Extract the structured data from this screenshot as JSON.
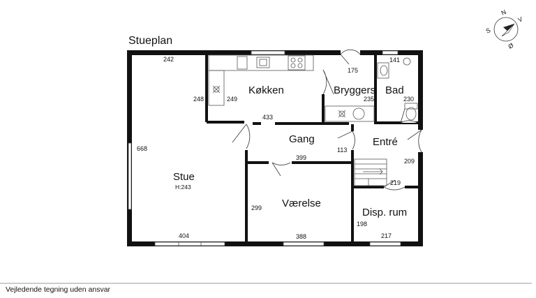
{
  "plan": {
    "title": "Stueplan",
    "disclaimer": "Vejledende tegning uden ansvar"
  },
  "compass": {
    "letters": [
      "N",
      "V",
      "S",
      "Ø"
    ],
    "icon": "compass-rose-icon"
  },
  "rooms": [
    {
      "id": "stue",
      "name": "Stue",
      "height": "H:243"
    },
    {
      "id": "koekken",
      "name": "Køkken"
    },
    {
      "id": "bryggers",
      "name": "Bryggers"
    },
    {
      "id": "bad",
      "name": "Bad"
    },
    {
      "id": "gang",
      "name": "Gang"
    },
    {
      "id": "entre",
      "name": "Entré"
    },
    {
      "id": "vaerelse",
      "name": "Værelse"
    },
    {
      "id": "disp",
      "name": "Disp. rum"
    }
  ],
  "dimensions": {
    "stue_top": "242",
    "stue_side": "668",
    "stue_bottom": "404",
    "koekken_left_outer": "248",
    "koekken_left_inner": "249",
    "koekken_bottom": "433",
    "bryggers_top": "175",
    "bryggers_side": "235",
    "bad_top": "141",
    "bad_side": "230",
    "gang_bottom": "399",
    "gang_right": "113",
    "entre_side": "209",
    "stairs": "219",
    "vaerelse_side": "299",
    "vaerelse_bottom": "388",
    "disp_side": "198",
    "disp_bottom": "217"
  }
}
